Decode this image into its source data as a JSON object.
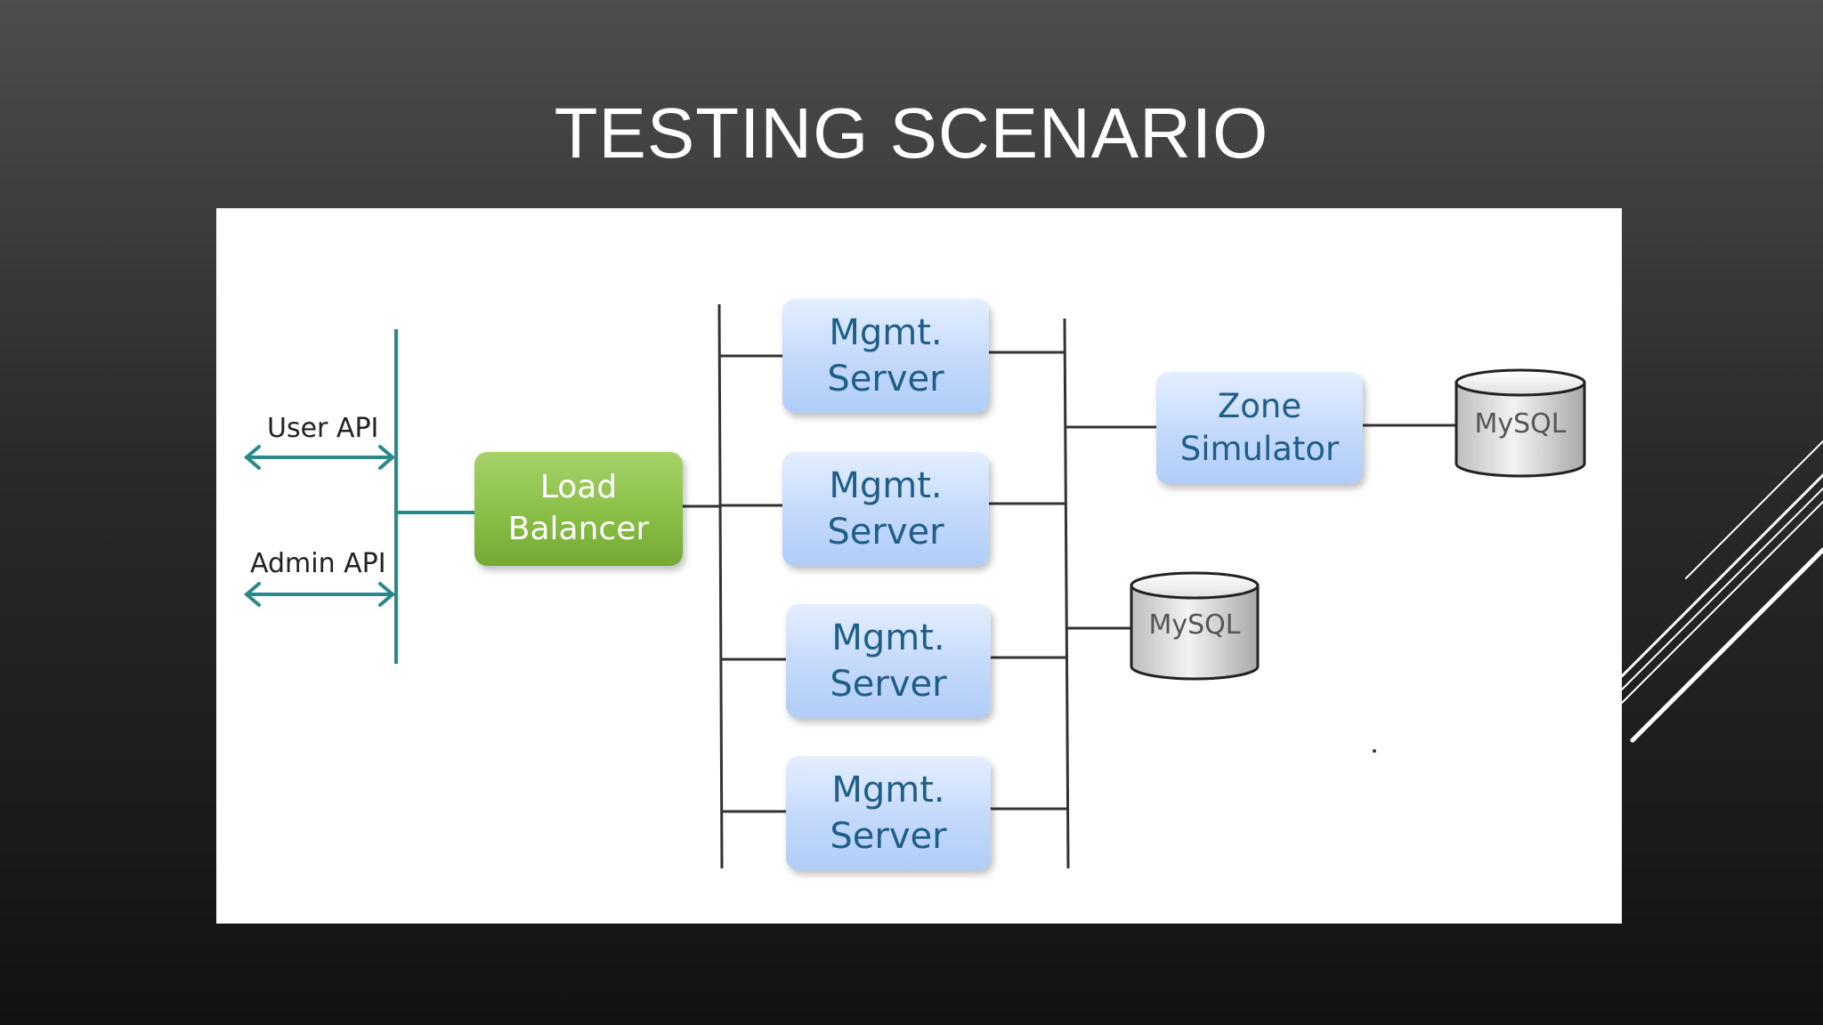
{
  "slide": {
    "title": "TESTING SCENARIO"
  },
  "diagram": {
    "apis": {
      "user": "User API",
      "admin": "Admin API"
    },
    "load_balancer": {
      "line1": "Load",
      "line2": "Balancer"
    },
    "mgmt_servers": [
      {
        "line1": "Mgmt.",
        "line2": "Server"
      },
      {
        "line1": "Mgmt.",
        "line2": "Server"
      },
      {
        "line1": "Mgmt.",
        "line2": "Server"
      },
      {
        "line1": "Mgmt.",
        "line2": "Server"
      }
    ],
    "zone_simulator": {
      "line1": "Zone",
      "line2": "Simulator"
    },
    "databases": {
      "zone_db": "MySQL",
      "mgmt_db": "MySQL"
    }
  },
  "colors": {
    "api_arrow": "#2a8a8a",
    "server_text": "#1f5e86",
    "load_balancer_fill": "#8abf47",
    "line": "#333333"
  }
}
